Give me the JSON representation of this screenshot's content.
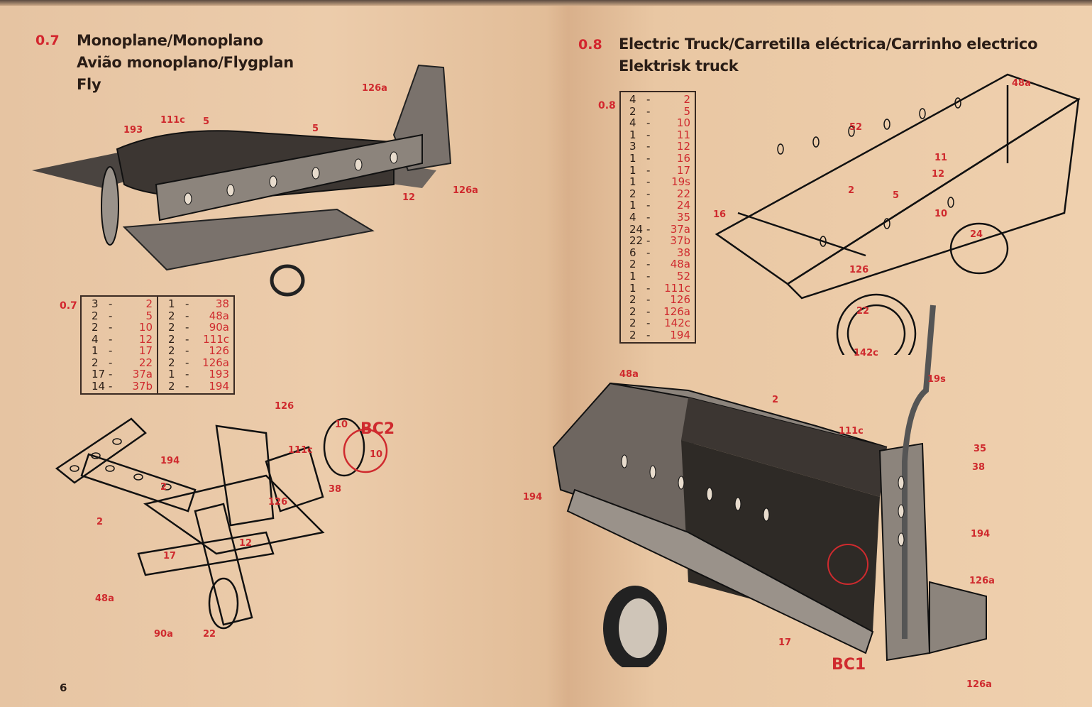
{
  "left": {
    "model_number": "0.7",
    "title_lines": [
      "Monoplane/Monoplano",
      "Avião monoplano/Flygplan",
      "Fly"
    ],
    "parts_label": "0.7",
    "parts_col1": [
      [
        "3",
        "2"
      ],
      [
        "2",
        "5"
      ],
      [
        "2",
        "10"
      ],
      [
        "4",
        "12"
      ],
      [
        "1",
        "17"
      ],
      [
        "2",
        "22"
      ],
      [
        "17",
        "37a"
      ],
      [
        "14",
        "37b"
      ]
    ],
    "parts_col2": [
      [
        "1",
        "38"
      ],
      [
        "2",
        "48a"
      ],
      [
        "2",
        "90a"
      ],
      [
        "2",
        "111c"
      ],
      [
        "2",
        "126"
      ],
      [
        "2",
        "126a"
      ],
      [
        "1",
        "193"
      ],
      [
        "2",
        "194"
      ]
    ],
    "callouts_top": [
      "126a",
      "111c",
      "5",
      "193",
      "5",
      "12",
      "126a"
    ],
    "callouts_bottom": [
      "126",
      "BC2",
      "10",
      "10",
      "111c",
      "194",
      "38",
      "2",
      "126",
      "2",
      "12",
      "17",
      "48a",
      "90a",
      "22"
    ],
    "page_number": "6"
  },
  "right": {
    "model_number": "0.8",
    "title_lines": [
      "Electric Truck/Carretilla eléctrica/Carrinho electrico",
      "Elektrisk truck"
    ],
    "parts_label": "0.8",
    "parts": [
      [
        "4",
        "2"
      ],
      [
        "2",
        "5"
      ],
      [
        "4",
        "10"
      ],
      [
        "1",
        "11"
      ],
      [
        "3",
        "12"
      ],
      [
        "1",
        "16"
      ],
      [
        "1",
        "17"
      ],
      [
        "1",
        "19s"
      ],
      [
        "2",
        "22"
      ],
      [
        "1",
        "24"
      ],
      [
        "4",
        "35"
      ],
      [
        "24",
        "37a"
      ],
      [
        "22",
        "37b"
      ],
      [
        "6",
        "38"
      ],
      [
        "2",
        "48a"
      ],
      [
        "1",
        "52"
      ],
      [
        "1",
        "111c"
      ],
      [
        "2",
        "126"
      ],
      [
        "2",
        "126a"
      ],
      [
        "2",
        "142c"
      ],
      [
        "2",
        "194"
      ]
    ],
    "callouts_top": [
      "48a",
      "52",
      "11",
      "12",
      "2",
      "5",
      "16",
      "10",
      "24",
      "126",
      "22",
      "142c"
    ],
    "callouts_bottom": [
      "48a",
      "2",
      "19s",
      "111c",
      "35",
      "38",
      "194",
      "194",
      "126a",
      "17",
      "BC1",
      "126a"
    ]
  },
  "dash": "-",
  "colors": {
    "accent_red": "#cf2a2e",
    "ink": "#2a1d16",
    "paper": "#ecccab"
  }
}
